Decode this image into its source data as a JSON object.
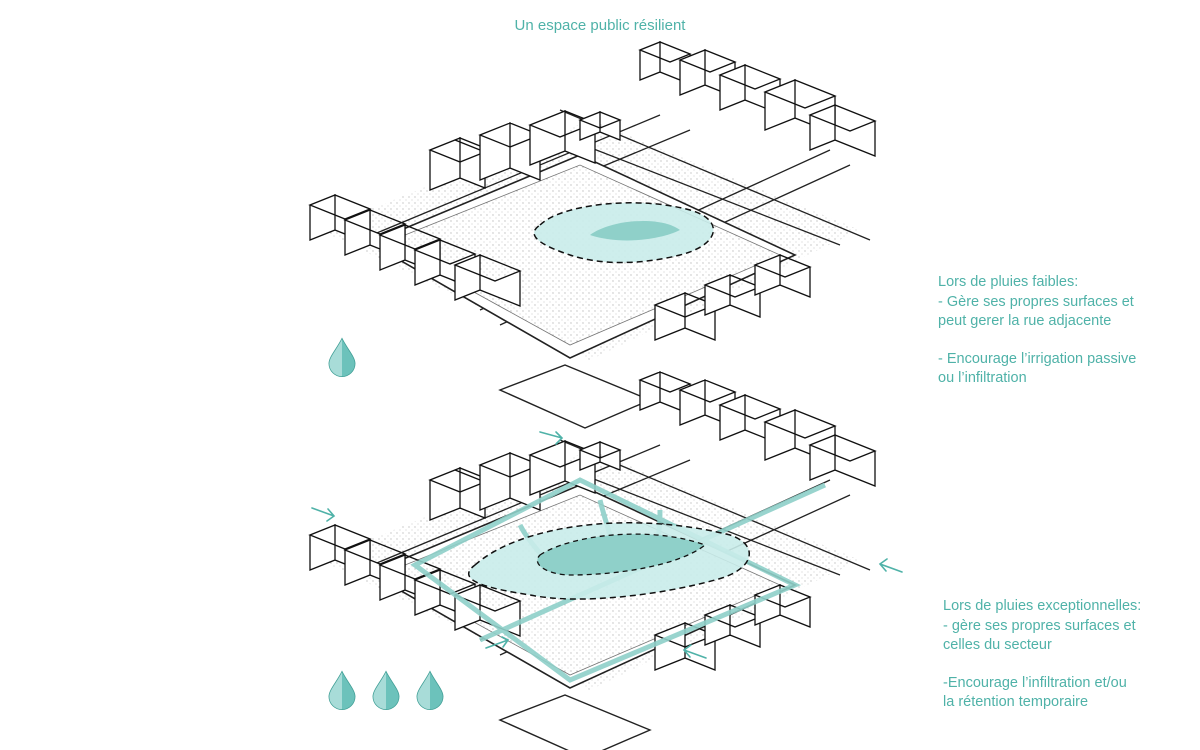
{
  "title": "Un espace public résilient",
  "notes": [
    {
      "heading": "Lors de pluies faibles:",
      "lines": [
        "- Gère ses propres surfaces et",
        "peut gerer la rue adjacente",
        "- Encourage l’irrigation passive",
        "ou l’infiltration"
      ]
    },
    {
      "heading": "Lors de pluies exceptionnelles:",
      "lines": [
        "- gère ses propres surfaces et",
        "celles du secteur",
        "-Encourage l’infiltration et/ou",
        "la rétention temporaire"
      ]
    }
  ],
  "colors": {
    "accent": "#4fb2a8",
    "water": "#a8dcd8",
    "water_dark": "#6cc2bb",
    "ink": "#111111"
  },
  "diagrams": [
    {
      "name": "faibles",
      "drops": 1
    },
    {
      "name": "exceptionnelles",
      "drops": 3
    }
  ]
}
